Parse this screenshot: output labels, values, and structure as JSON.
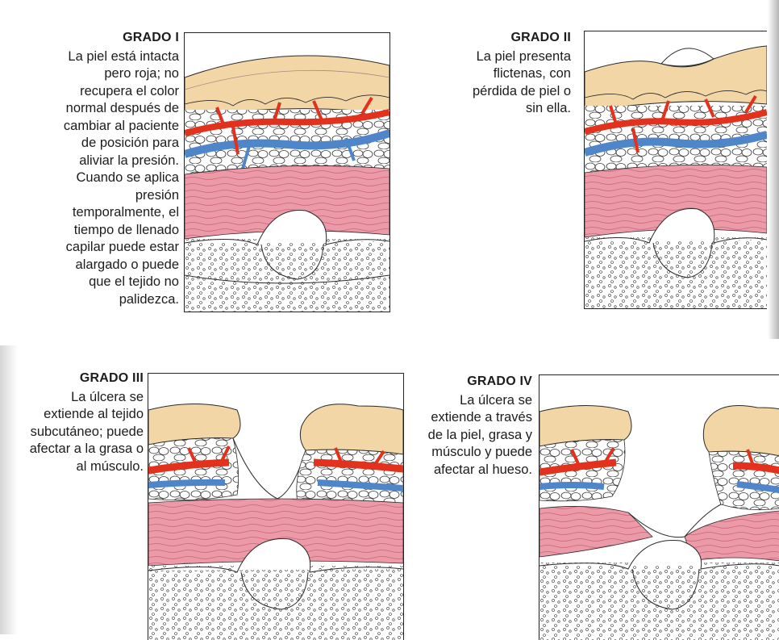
{
  "stages": [
    {
      "title": "GRADO I",
      "description": "La piel está intacta\npero roja; no\nrecupera el color\nnormal después de\ncambiar al paciente\nde posición para\naliviar la presión.\nCuando se aplica\npresión\ntemporalmente, el\ntiempo de llenado\ncapilar puede estar\nalargado o puede\nque el tejido no\npalidezca."
    },
    {
      "title": "GRADO II",
      "description": "La piel presenta\nflictenas, con\npérdida de piel o\nsin ella."
    },
    {
      "title": "GRADO III",
      "description": "La úlcera se\nextiende al tejido\nsubcutáneo; puede\nafectar a la grasa o\nal músculo."
    },
    {
      "title": "GRADO IV",
      "description": "La úlcera se\nextiende a través\nde la piel, grasa y\nmúsculo y puede\nafectar al hueso."
    }
  ],
  "colors": {
    "epidermis": "#f3d6a6",
    "artery": "#e2311d",
    "vein": "#4f86c9",
    "muscle": "#ec9aa7",
    "bone": "#ffffff",
    "outline": "#2a2a2a"
  }
}
